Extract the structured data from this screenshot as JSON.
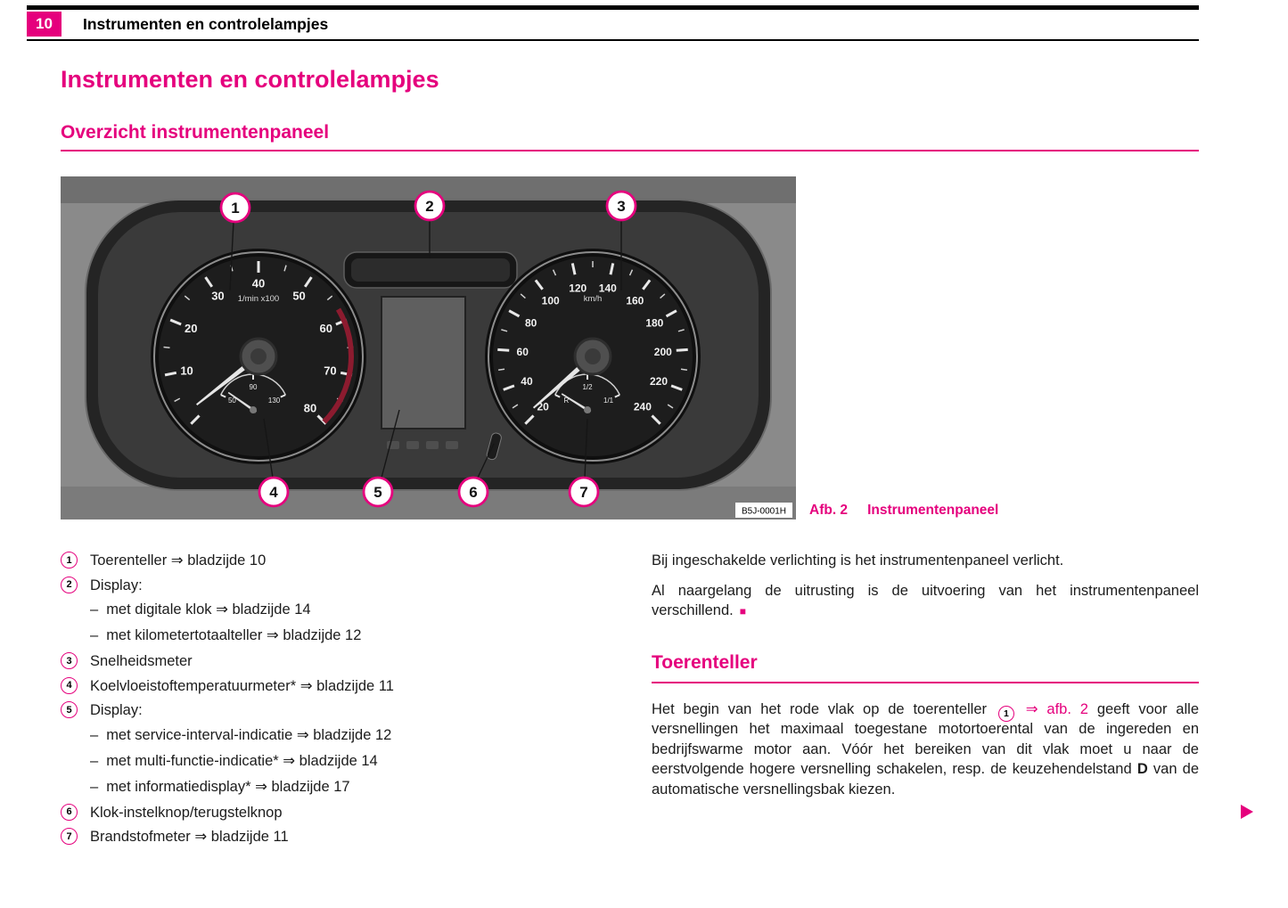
{
  "colors": {
    "accent": "#e5007d"
  },
  "header": {
    "page_number": "10",
    "title": "Instrumenten en controlelampjes"
  },
  "main_title": "Instrumenten en controlelampjes",
  "overview": {
    "title": "Overzicht instrumentenpaneel"
  },
  "figure": {
    "caption_label": "Afb. 2",
    "caption_text": "Instrumentenpaneel",
    "image_code": "B5J-0001H",
    "tachometer": {
      "unit": "1/min x100",
      "labels": [
        "10",
        "20",
        "30",
        "40",
        "50",
        "60",
        "70",
        "80"
      ],
      "temp_labels": [
        "50",
        "90",
        "130"
      ]
    },
    "speedometer": {
      "unit": "km/h",
      "labels": [
        "20",
        "40",
        "60",
        "80",
        "100",
        "120",
        "140",
        "160",
        "180",
        "200",
        "220",
        "240"
      ],
      "fuel_labels": [
        "R",
        "1/2",
        "1/1"
      ]
    },
    "callouts": [
      {
        "num": "1"
      },
      {
        "num": "2"
      },
      {
        "num": "3"
      },
      {
        "num": "4"
      },
      {
        "num": "5"
      },
      {
        "num": "6"
      },
      {
        "num": "7"
      }
    ]
  },
  "legend": {
    "dash": "–",
    "items": [
      {
        "num": "1",
        "text": "Toerenteller ⇒ bladzijde 10"
      },
      {
        "num": "2",
        "text": "Display:",
        "subs": [
          "met digitale klok ⇒ bladzijde 14",
          "met kilometertotaalteller ⇒ bladzijde 12"
        ]
      },
      {
        "num": "3",
        "text": "Snelheidsmeter"
      },
      {
        "num": "4",
        "text": "Koelvloeistoftemperatuurmeter* ⇒ bladzijde 11"
      },
      {
        "num": "5",
        "text": "Display:",
        "subs": [
          "met service-interval-indicatie ⇒ bladzijde 12",
          "met multi-functie-indicatie* ⇒ bladzijde 14",
          "met informatiedisplay* ⇒ bladzijde 17"
        ]
      },
      {
        "num": "6",
        "text": "Klok-instelknop/terugstelknop"
      },
      {
        "num": "7",
        "text": "Brandstofmeter ⇒ bladzijde 11"
      }
    ]
  },
  "right": {
    "p1": "Bij ingeschakelde verlichting is het instrumentenpaneel verlicht.",
    "p2": "Al naargelang de uitrusting is de uitvoering van het instrumentenpaneel verschillend.",
    "end_square": "■",
    "toerenteller": {
      "title": "Toerenteller",
      "t1": "Het begin van het rode vlak op de toerenteller",
      "callout": "1",
      "link": "⇒ afb. 2",
      "t2": "geeft voor alle versnellingen het maximaal toegestane motortoerental van de ingereden en bedrijfswarme motor aan. Vóór het bereiken van dit vlak moet u naar de eerstvolgende hogere versnelling schakelen, resp. de keuzehendelstand",
      "bold": "D",
      "t3": "van de automatische versnellingsbak kiezen."
    }
  }
}
